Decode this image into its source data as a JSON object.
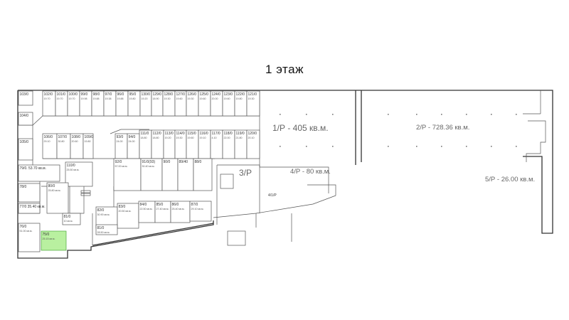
{
  "title": "1 этаж",
  "units": [
    {
      "id": "u103",
      "label": "103/0",
      "area": ""
    },
    {
      "id": "u104",
      "label": "104/0",
      "area": ""
    },
    {
      "id": "u105",
      "label": "105/0",
      "area": ""
    },
    {
      "id": "u102",
      "label": "102/0",
      "area": "19.70"
    },
    {
      "id": "u101",
      "label": "101/0",
      "area": "19.70"
    },
    {
      "id": "u100",
      "label": "100/0",
      "area": "19.70"
    },
    {
      "id": "u099",
      "label": "99/0",
      "area": "19.98"
    },
    {
      "id": "u098",
      "label": "98/0",
      "area": "19.88"
    },
    {
      "id": "u097",
      "label": "97/0",
      "area": "19.38"
    },
    {
      "id": "u096",
      "label": "96/0",
      "area": "19.88"
    },
    {
      "id": "u095",
      "label": "95/0",
      "area": "19.80"
    },
    {
      "id": "u130",
      "label": "130/0",
      "area": "19.20"
    },
    {
      "id": "u129",
      "label": "129/0",
      "area": "18.90"
    },
    {
      "id": "u128",
      "label": "128/0",
      "area": "19.30"
    },
    {
      "id": "u127",
      "label": "127/0",
      "area": "19.60"
    },
    {
      "id": "u126",
      "label": "126/0",
      "area": "19.30"
    },
    {
      "id": "u125",
      "label": "125/0",
      "area": "19.60"
    },
    {
      "id": "u124",
      "label": "124/0",
      "area": "20.00"
    },
    {
      "id": "u123",
      "label": "123/0",
      "area": "19.60"
    },
    {
      "id": "u122",
      "label": "122/0",
      "area": "19.80"
    },
    {
      "id": "u121",
      "label": "121/0",
      "area": "19.30"
    },
    {
      "id": "u106",
      "label": "106/0",
      "area": "29.10"
    },
    {
      "id": "u107",
      "label": "107/0",
      "area": "30.80"
    },
    {
      "id": "u108",
      "label": "108/0",
      "area": "20.60"
    },
    {
      "id": "u109",
      "label": "109/0",
      "area": "19.80"
    },
    {
      "id": "u093",
      "label": "93/0",
      "area": "24.00"
    },
    {
      "id": "u094",
      "label": "94/0",
      "area": "24.00"
    },
    {
      "id": "u111",
      "label": "111/0",
      "area": "18.80"
    },
    {
      "id": "u112",
      "label": "112/0",
      "area": "18.80"
    },
    {
      "id": "u113",
      "label": "113/0",
      "area": "19.20"
    },
    {
      "id": "u114",
      "label": "114/0",
      "area": "19.30"
    },
    {
      "id": "u115",
      "label": "115/0",
      "area": "19.60"
    },
    {
      "id": "u116",
      "label": "116/0",
      "area": "19.10"
    },
    {
      "id": "u117",
      "label": "117/0",
      "area": "4.10"
    },
    {
      "id": "u118",
      "label": "118/0",
      "area": "22.00"
    },
    {
      "id": "u119",
      "label": "119/0",
      "area": "21.80"
    },
    {
      "id": "u120",
      "label": "120/0",
      "area": "20.10"
    },
    {
      "id": "u079",
      "label": "79/0. 53.70 кв.м.",
      "area": ""
    },
    {
      "id": "u110",
      "label": "110/0",
      "area": "25.50 кв.м."
    },
    {
      "id": "u092",
      "label": "92/0",
      "area": "57.00 кв.м."
    },
    {
      "id": "u091",
      "label": "91/0(93)",
      "area": "30.40 кв.м."
    },
    {
      "id": "u090",
      "label": "90/0",
      "area": ""
    },
    {
      "id": "u089",
      "label": "89/40",
      "area": ""
    },
    {
      "id": "u088",
      "label": "88/0",
      "area": ""
    },
    {
      "id": "u080",
      "label": "80/0",
      "area": "25.80 кв.м."
    },
    {
      "id": "u078",
      "label": "78/0",
      "area": ""
    },
    {
      "id": "u077",
      "label": "77/0 35.40 кв.м.",
      "area": ""
    },
    {
      "id": "u082",
      "label": "82/0",
      "area": "30.90 кв.м."
    },
    {
      "id": "u083",
      "label": "83/0",
      "area": "20.50 кв.м."
    },
    {
      "id": "u084",
      "label": "84/0",
      "area": "22.50 кв.м."
    },
    {
      "id": "u085",
      "label": "85/0",
      "area": "27.40 кв.м."
    },
    {
      "id": "u086",
      "label": "86/0",
      "area": "25.40 кв.м."
    },
    {
      "id": "u087",
      "label": "87/0",
      "area": "29.10 кв.м."
    },
    {
      "id": "u081",
      "label": "81/0",
      "area": "28.50 кв.м."
    },
    {
      "id": "u076",
      "label": "76/0",
      "area": "51.00 кв.м."
    },
    {
      "id": "u075",
      "label": "75/0",
      "area": "25.15 кв.м."
    },
    {
      "id": "u081a",
      "label": "81/0",
      "area": "10 кв.м."
    }
  ],
  "big_labels": [
    {
      "id": "p1",
      "label": "1/Р - 405 кв.м."
    },
    {
      "id": "p2",
      "label": "2/Р - 728.36 кв.м."
    },
    {
      "id": "p3",
      "label": "3/Р"
    },
    {
      "id": "p4",
      "label": "4/Р - 80 кв.м."
    },
    {
      "id": "p4b",
      "label": "4/1/Р"
    },
    {
      "id": "p5",
      "label": "5/Р - 26.00 кв.м."
    }
  ],
  "colors": {
    "highlight": "#b9f0a0",
    "wall": "#333333"
  }
}
